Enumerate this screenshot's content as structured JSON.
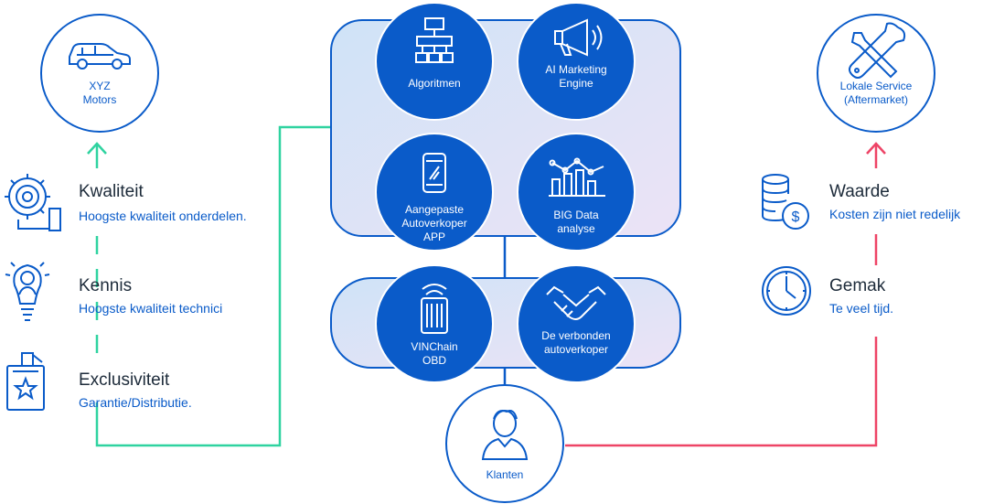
{
  "colors": {
    "blue": "#0a5bc9",
    "green": "#2fd3a0",
    "pink": "#ee4466",
    "panel_start": "#cfe3f7",
    "panel_end": "#ece3f6",
    "title_text": "#1d2b3a"
  },
  "top_left_node": {
    "line1": "XYZ",
    "line2": "Motors",
    "icon": "car-icon"
  },
  "top_right_node": {
    "line1": "Lokale Service",
    "line2": "(Aftermarket)",
    "icon": "wrench-screwdriver-icon"
  },
  "bottom_node": {
    "label": "Klanten",
    "icon": "user-icon"
  },
  "left_features": [
    {
      "title": "Kwaliteit",
      "subtitle": "Hoogste kwaliteit onderdelen.",
      "icon": "gear-hand-icon"
    },
    {
      "title": "Kennis",
      "subtitle": "Hoogste kwaliteit technici",
      "icon": "lightbulb-person-icon"
    },
    {
      "title": "Exclusiviteit",
      "subtitle": "Garantie/Distributie.",
      "icon": "badge-star-icon"
    }
  ],
  "right_features": [
    {
      "title": "Waarde",
      "subtitle": "Kosten zijn niet redelijk",
      "icon": "coins-dollar-icon"
    },
    {
      "title": "Gemak",
      "subtitle": "Te veel tijd.",
      "icon": "clock-icon"
    }
  ],
  "platform_nodes": [
    {
      "lines": [
        "Algoritmen"
      ],
      "icon": "flowchart-icon"
    },
    {
      "lines": [
        "AI Marketing",
        "Engine"
      ],
      "icon": "megaphone-icon"
    },
    {
      "lines": [
        "Aangepaste",
        "Autoverkoper",
        "APP"
      ],
      "icon": "smartphone-icon"
    },
    {
      "lines": [
        "BIG Data",
        "analyse"
      ],
      "icon": "bar-chart-icon"
    }
  ],
  "connect_nodes": [
    {
      "lines": [
        "VINChain",
        "OBD"
      ],
      "icon": "obd-device-icon"
    },
    {
      "lines": [
        "De verbonden",
        "autoverkoper"
      ],
      "icon": "handshake-icon"
    }
  ]
}
